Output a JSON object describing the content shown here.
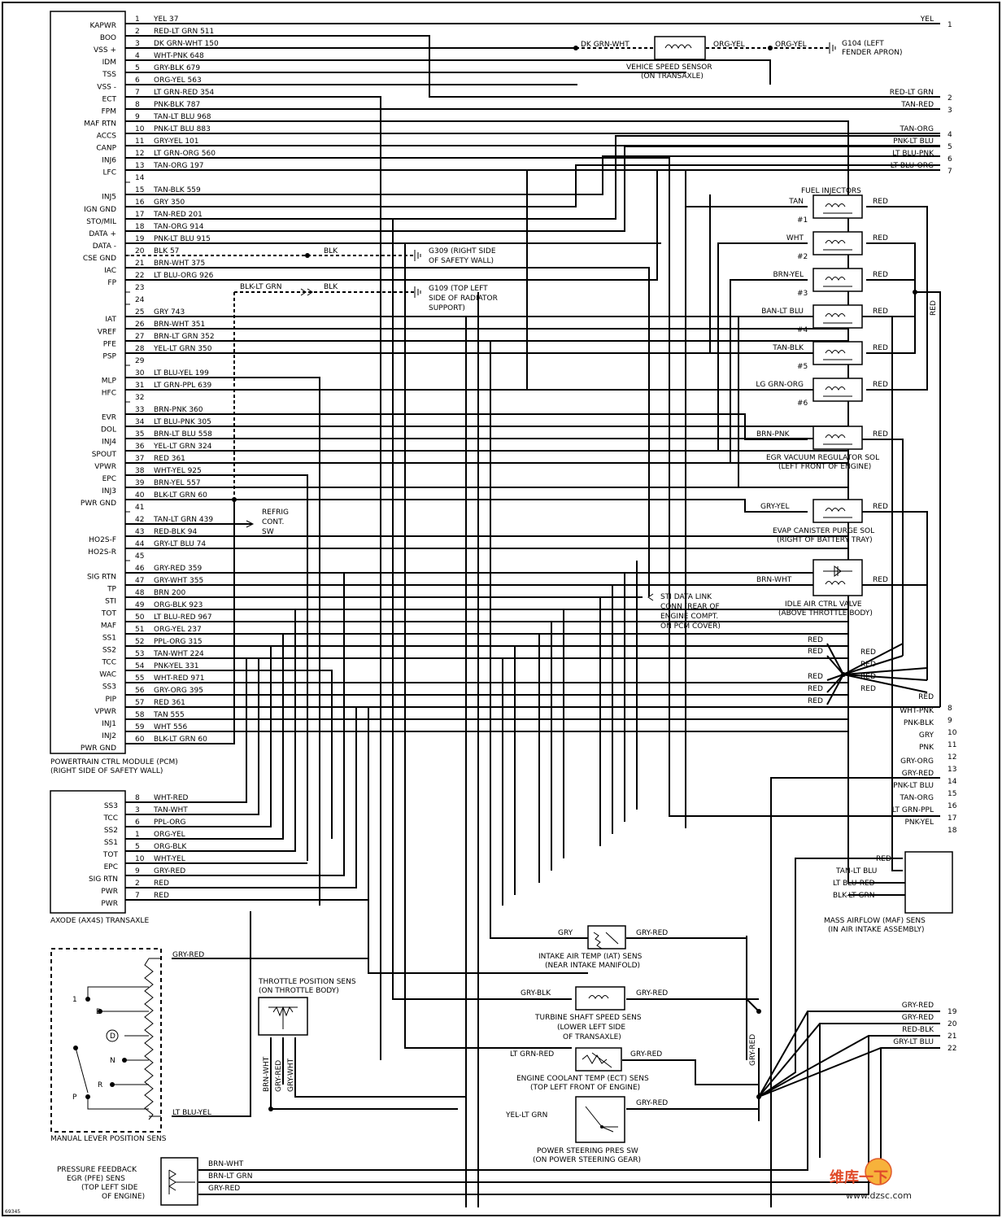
{
  "pcm": {
    "left_labels": [
      "KAPWR",
      "BOO",
      "VSS +",
      "IDM",
      "TSS",
      "VSS -",
      "ECT",
      "FPM",
      "MAF RTN",
      "ACCS",
      "CANP",
      "INJ6",
      "LFC",
      "",
      "INJ5",
      "IGN GND",
      "STO/MIL",
      "DATA +",
      "DATA -",
      "CSE GND",
      "IAC",
      "FP",
      "",
      "",
      "IAT",
      "VREF",
      "PFE",
      "PSP",
      "",
      "MLP",
      "HFC",
      "",
      "EVR",
      "DOL",
      "INJ4",
      "SPOUT",
      "VPWR",
      "EPC",
      "INJ3",
      "PWR GND",
      "",
      "",
      "HO2S-F",
      "HO2S-R",
      "",
      "SIG RTN",
      "TP",
      "STI",
      "TOT",
      "MAF",
      "SS1",
      "SS2",
      "TCC",
      "WAC",
      "SS3",
      "PIP",
      "VPWR",
      "INJ1",
      "INJ2",
      "PWR GND"
    ],
    "pins": [
      "1",
      "2",
      "3",
      "4",
      "5",
      "6",
      "7",
      "8",
      "9",
      "10",
      "11",
      "12",
      "13",
      "14",
      "15",
      "16",
      "17",
      "18",
      "19",
      "20",
      "21",
      "22",
      "23",
      "24",
      "25",
      "26",
      "27",
      "28",
      "29",
      "30",
      "31",
      "32",
      "33",
      "34",
      "35",
      "36",
      "37",
      "38",
      "39",
      "40",
      "41",
      "42",
      "43",
      "44",
      "45",
      "46",
      "47",
      "48",
      "49",
      "50",
      "51",
      "52",
      "53",
      "54",
      "55",
      "56",
      "57",
      "58",
      "59",
      "60"
    ],
    "wires": [
      "YEL 37",
      "RED-LT GRN 511",
      "DK GRN-WHT 150",
      "WHT-PNK 648",
      "GRY-BLK 679",
      "ORG-YEL 563",
      "LT GRN-RED 354",
      "PNK-BLK 787",
      "TAN-LT BLU 968",
      "PNK-LT BLU 883",
      "GRY-YEL 101",
      "LT GRN-ORG 560",
      "TAN-ORG 197",
      "",
      "TAN-BLK 559",
      "GRY 350",
      "TAN-RED 201",
      "TAN-ORG 914",
      "PNK-LT BLU 915",
      "BLK 57",
      "BRN-WHT 375",
      "LT BLU-ORG 926",
      "",
      "",
      "GRY 743",
      "BRN-WHT 351",
      "BRN-LT GRN 352",
      "YEL-LT GRN 350",
      "",
      "LT BLU-YEL 199",
      "LT GRN-PPL 639",
      "",
      "BRN-PNK 360",
      "LT BLU-PNK 305",
      "BRN-LT BLU 558",
      "YEL-LT GRN 324",
      "RED 361",
      "WHT-YEL 925",
      "BRN-YEL 557",
      "BLK-LT GRN 60",
      "",
      "TAN-LT GRN 439",
      "RED-BLK 94",
      "GRY-LT BLU 74",
      "",
      "GRY-RED 359",
      "GRY-WHT 355",
      "BRN 200",
      "ORG-BLK 923",
      "LT BLU-RED 967",
      "ORG-YEL 237",
      "PPL-ORG 315",
      "TAN-WHT 224",
      "PNK-YEL 331",
      "WHT-RED 971",
      "GRY-ORG 395",
      "RED 361",
      "TAN 555",
      "WHT 556",
      "BLK-LT GRN 60"
    ],
    "caption1": "POWERTRAIN CTRL MODULE (PCM)",
    "caption2": "(RIGHT SIDE OF SAFETY WALL)"
  },
  "transaxle": {
    "left_labels": [
      "SS3",
      "TCC",
      "SS2",
      "SS1",
      "TOT",
      "EPC",
      "SIG RTN",
      "PWR",
      "PWR"
    ],
    "pins": [
      "8",
      "3",
      "6",
      "1",
      "5",
      "10",
      "9",
      "2",
      "7"
    ],
    "wires": [
      "WHT-RED",
      "TAN-WHT",
      "PPL-ORG",
      "ORG-YEL",
      "ORG-BLK",
      "WHT-YEL",
      "GRY-RED",
      "RED",
      "RED"
    ],
    "caption": "AXODE (AX4S) TRANSAXLE"
  },
  "right_connector": {
    "labels": [
      "YEL",
      "RED-LT GRN",
      "TAN-RED",
      "TAN-ORG",
      "PNK-LT BLU",
      "LT BLU-PNK",
      "LT BLU-ORG",
      "RED",
      "WHT-PNK",
      "PNK-BLK",
      "GRY",
      "PNK",
      "",
      "GRY-ORG",
      "GRY-RED",
      "PNK-LT BLU",
      "TAN-ORG",
      "LT GRN-PPL",
      "PNK-YEL",
      "GRY-RED",
      "GRY-RED",
      "RED-BLK",
      "GRY-LT BLU",
      ""
    ],
    "numbers": [
      "1",
      "2",
      "3",
      "4",
      "5",
      "6",
      "7",
      "8",
      "9",
      "10",
      "11",
      "12",
      "13",
      "14",
      "15",
      "16",
      "17",
      "18",
      "19",
      "20",
      "21",
      "22"
    ]
  },
  "vss": {
    "left_wire": "DK GRN-WHT",
    "mid_wire": "ORG-YEL",
    "right_wire": "ORG-YEL",
    "caption1": "VEHICE SPEED SENSOR",
    "caption2": "(ON TRANSAXLE)",
    "ground1": "G104 (LEFT",
    "ground2": "FENDER APRON)"
  },
  "grounds": {
    "g309_wire": "BLK",
    "g309_1": "G309 (RIGHT SIDE",
    "g309_2": "OF SAFETY WALL)",
    "g109_wire1": "BLK-LT GRN",
    "g109_wire2": "BLK",
    "g109_1": "G109 (TOP LEFT",
    "g109_2": "SIDE OF RADIATOR",
    "g109_3": "SUPPORT)"
  },
  "injectors": {
    "title": "FUEL INJECTORS",
    "items": [
      {
        "wire": "TAN",
        "num": "#1",
        "red": "RED"
      },
      {
        "wire": "WHT",
        "num": "#2",
        "red": "RED"
      },
      {
        "wire": "BRN-YEL",
        "num": "#3",
        "red": "RED"
      },
      {
        "wire": "BAN-LT BLU",
        "num": "#4",
        "red": "RED"
      },
      {
        "wire": "TAN-BLK",
        "num": "#5",
        "red": "RED"
      },
      {
        "wire": "LG GRN-ORG",
        "num": "#6",
        "red": "RED"
      }
    ],
    "vertical_red": "RED"
  },
  "egr": {
    "wire": "BRN-PNK",
    "red": "RED",
    "caption1": "EGR VACUUM REGULATOR SOL",
    "caption2": "(LEFT FRONT OF ENGINE)"
  },
  "evap": {
    "wire": "GRY-YEL",
    "red": "RED",
    "caption1": "EVAP CANISTER PURGE SOL",
    "caption2": "(RIGHT OF BATTERY TRAY)"
  },
  "iac": {
    "wire": "BRN-WHT",
    "red": "RED",
    "caption1": "IDLE AIR CTRL VALVE",
    "caption2": "(ABOVE THROTTLE BODY)"
  },
  "refrig": {
    "l1": "REFRIG",
    "l2": "CONT.",
    "l3": "SW"
  },
  "sti": {
    "l1": "STI DATA LINK",
    "l2": "CONN (REAR OF",
    "l3": "ENGINE COMPT.",
    "l4": "ON PCM COVER)"
  },
  "splice_reds": [
    "RED",
    "RED",
    "RED",
    "RED",
    "RED",
    "RED",
    "RED",
    "RED",
    "RED"
  ],
  "maf": {
    "wires": [
      "RED",
      "TAN-LT BLU",
      "LT BLU-RED",
      "BLK-LT GRN"
    ],
    "caption1": "MASS AIRFLOW (MAF) SENS",
    "caption2": "(IN AIR INTAKE ASSEMBLY)"
  },
  "iat": {
    "left": "GRY",
    "right": "GRY-RED",
    "caption1": "INTAKE AIR TEMP (IAT) SENS",
    "caption2": "(NEAR INTAKE MANIFOLD)"
  },
  "tss": {
    "left": "GRY-BLK",
    "right": "GRY-RED",
    "caption1": "TURBINE SHAFT SPEED SENS",
    "caption2": "(LOWER LEFT SIDE",
    "caption3": "OF TRANSAXLE)"
  },
  "ect": {
    "left": "LT GRN-RED",
    "right": "GRY-RED",
    "caption1": "ENGINE COOLANT TEMP (ECT) SENS",
    "caption2": "(TOP LEFT FRONT OF ENGINE)"
  },
  "psp": {
    "left": "YEL-LT GRN",
    "right": "GRY-RED",
    "caption1": "POWER STEERING PRES SW",
    "caption2": "(ON POWER STEERING GEAR)"
  },
  "gryred_vertical": "GRY-RED",
  "tps": {
    "caption1": "THROTTLE POSITION SENS",
    "caption2": "(ON THROTTLE BODY)",
    "w1": "BRN-WHT",
    "w2": "GRY-RED",
    "w3": "GRY-WHT"
  },
  "mlp": {
    "top": "GRY-RED",
    "bottom": "LT BLU-YEL",
    "caption": "MANUAL LEVER POSITION SENS",
    "positions": [
      "1",
      "D",
      "D",
      "N",
      "R",
      "P"
    ]
  },
  "pfe": {
    "caption1": "PRESSURE FEEDBACK",
    "caption2": "EGR (PFE) SENS",
    "caption3": "(TOP LEFT SIDE",
    "caption4": "OF ENGINE)",
    "w1": "BRN-WHT",
    "w2": "BRN-LT GRN",
    "w3": "GRY-RED"
  },
  "footer": {
    "code": "69345",
    "watermark_cn": "维库一下",
    "watermark_url": "www.dzsc.com"
  }
}
